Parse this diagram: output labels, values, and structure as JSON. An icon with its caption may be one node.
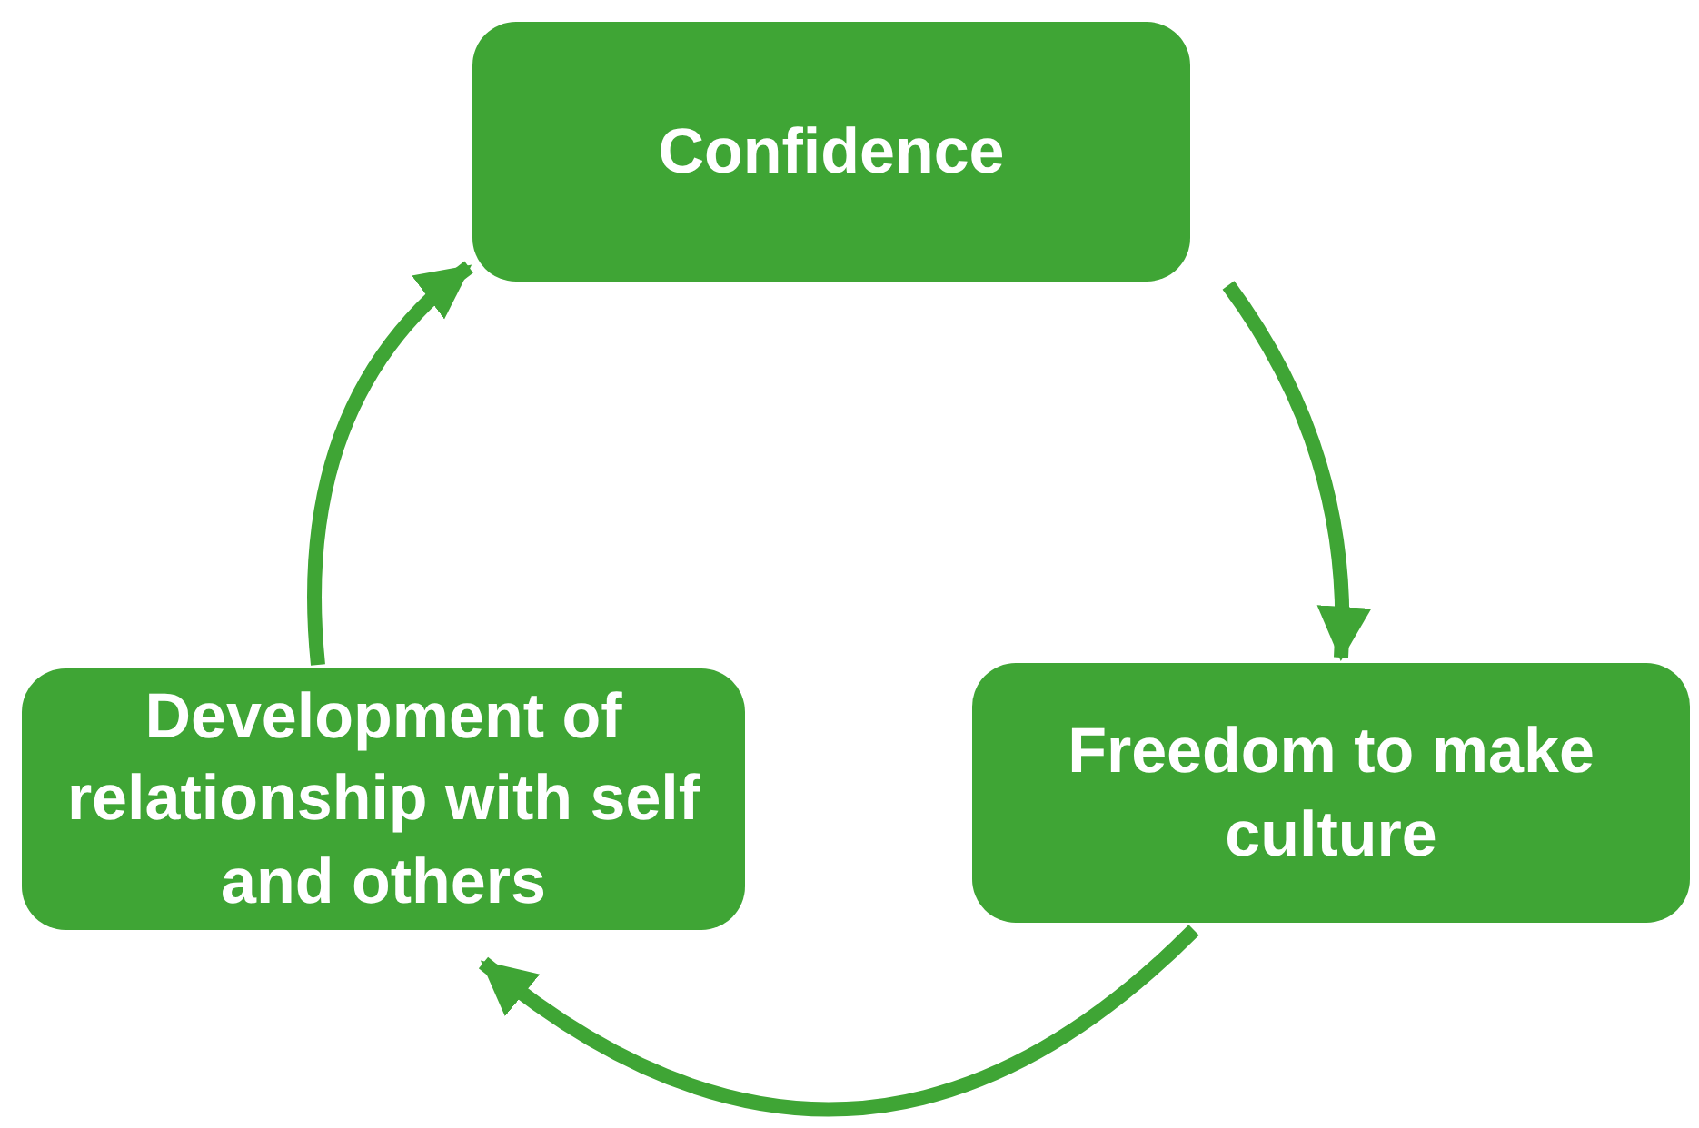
{
  "diagram": {
    "nodes": [
      {
        "text": [
          "Confidence"
        ]
      },
      {
        "text": [
          "Freedom to make culture"
        ]
      },
      {
        "text": [
          "Development of relationship with self and others"
        ]
      }
    ],
    "edges": [
      {
        "from": 0,
        "to": 1,
        "arrow": "to"
      },
      {
        "from": 1,
        "to": 2,
        "arrow": "to"
      },
      {
        "from": 2,
        "to": 0,
        "arrow": "to"
      }
    ]
  }
}
